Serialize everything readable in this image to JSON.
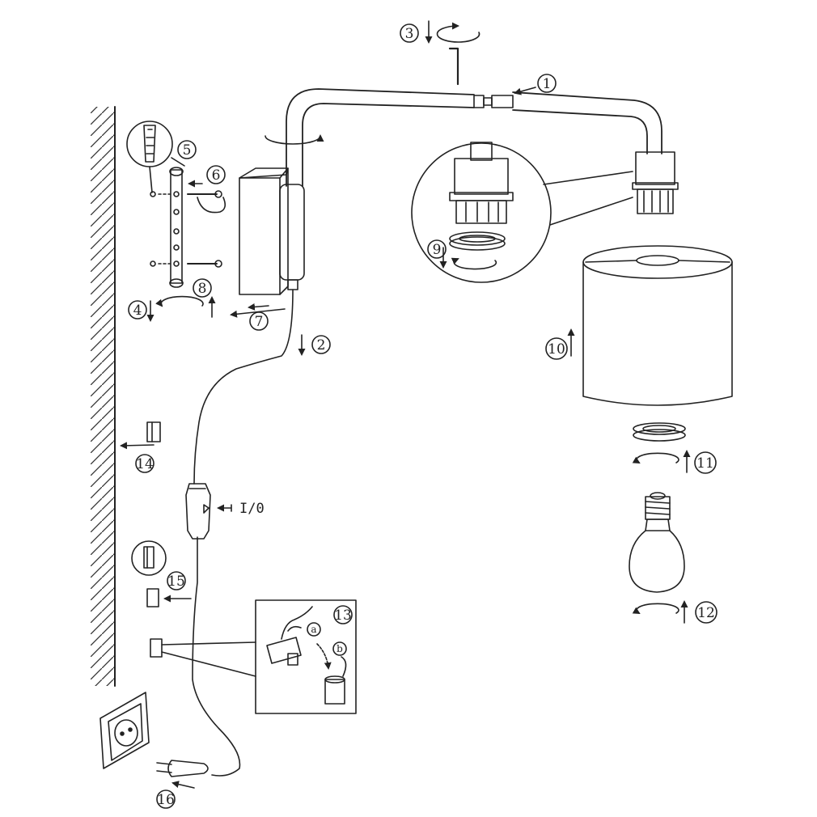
{
  "steps": {
    "s1": "1",
    "s2": "2",
    "s3": "3",
    "s4": "4",
    "s5": "5",
    "s6": "6",
    "s7": "7",
    "s8": "8",
    "s9": "9",
    "s10": "10",
    "s11": "11",
    "s12": "12",
    "s13": "13",
    "s14": "14",
    "s15": "15",
    "s16": "16"
  },
  "switch_label": "I/0",
  "detail_13": {
    "a": "a",
    "b": "b"
  },
  "colors": {
    "line": "#222222",
    "hatch": "#333333",
    "background": "#ffffff"
  }
}
